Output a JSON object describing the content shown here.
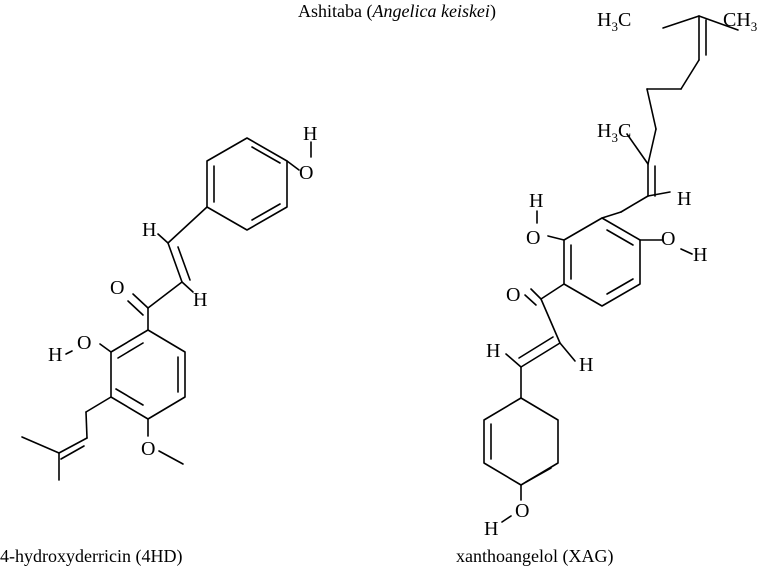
{
  "title": {
    "prefix": "Ashitaba (",
    "species": "Angelica keiskei",
    "suffix": ")"
  },
  "compounds": [
    {
      "caption": "4-hydroxyderricin (4HD)"
    },
    {
      "caption": "xanthoangelol (XAG)"
    }
  ],
  "atoms": {
    "H": "H",
    "O": "O",
    "C": "C",
    "CH3_sub": "3"
  }
}
